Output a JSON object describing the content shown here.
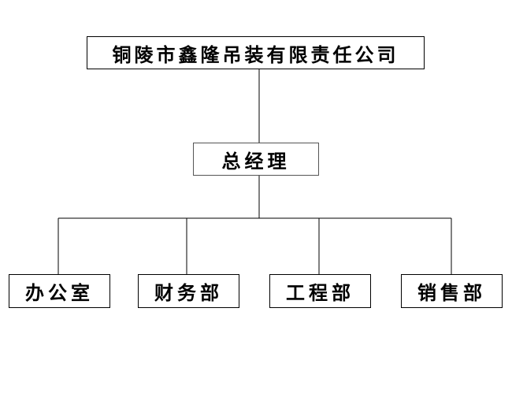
{
  "org_chart": {
    "company": "铜陵市鑫隆吊装有限责任公司",
    "general_manager": "总经理",
    "departments": [
      "办公室",
      "财务部",
      "工程部",
      "销售部"
    ]
  },
  "colors": {
    "line": "#000000",
    "box_border": "#000000",
    "background": "#ffffff"
  }
}
